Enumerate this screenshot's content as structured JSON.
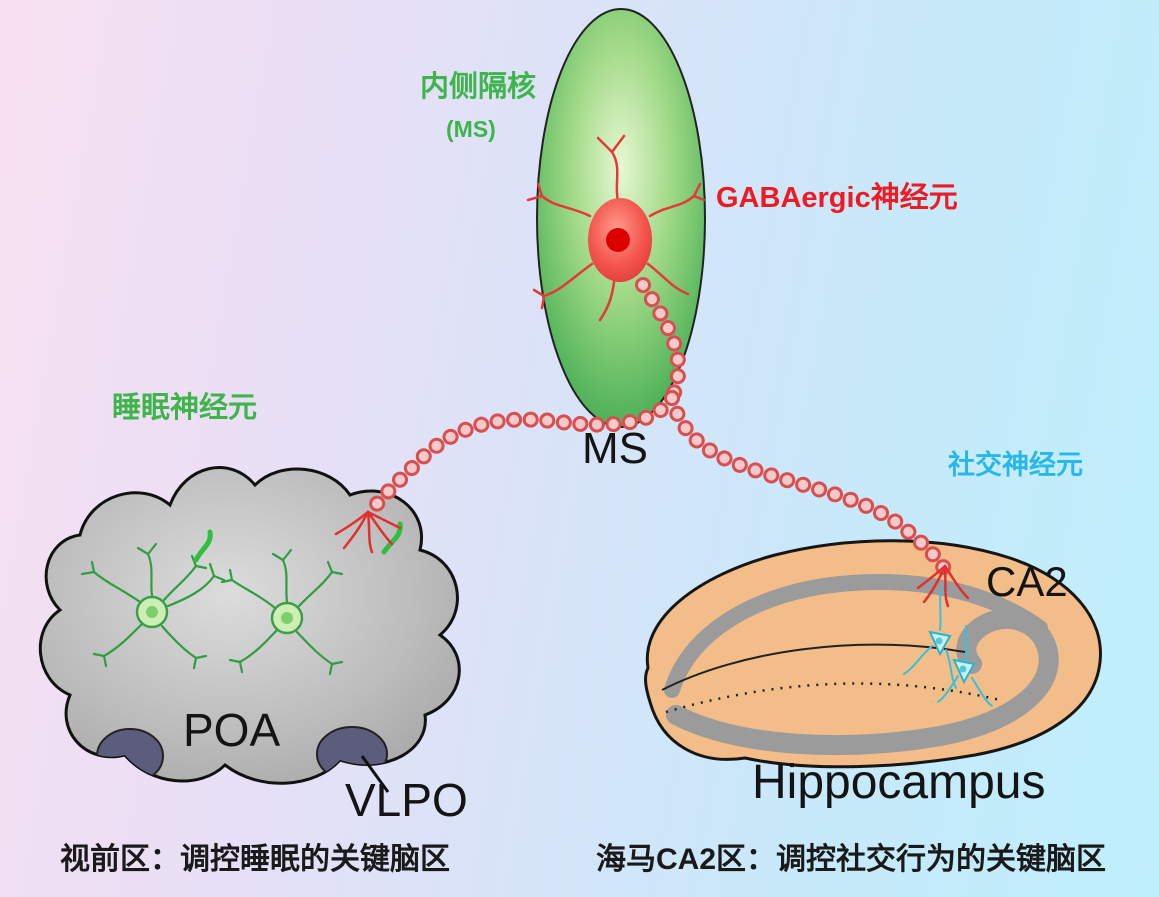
{
  "diagram": {
    "medial_septum": {
      "label": "内侧隔核",
      "abbr": "(MS)",
      "ms_label": "MS",
      "neuron_label": "GABAergic神经元"
    },
    "poa": {
      "neurons_label": "睡眠神经元",
      "region_label": "POA",
      "vlpo_label": "VLPO"
    },
    "hippocampus": {
      "neurons_label": "社交神经元",
      "ca2_label": "CA2",
      "region_label": "Hippocampus"
    },
    "captions": {
      "left": "视前区：调控睡眠的关键脑区",
      "right": "海马CA2区：调控社交行为的关键脑区"
    }
  },
  "colors": {
    "background_left": "#f7e0f0",
    "background_right": "#bfeffc",
    "septum_green": "#4caf50",
    "label_green": "#3db54b",
    "gaba_red": "#ed1c24",
    "projection_bead_pink": "#f6caca",
    "projection_bead_red": "#d94f4f",
    "social_cyan": "#29b7ea",
    "poa_gray": "#b9b9b9",
    "hippocampus_tan": "#f2bd88",
    "vlpo_slate": "#5c5c7d",
    "text_black": "#141414"
  }
}
